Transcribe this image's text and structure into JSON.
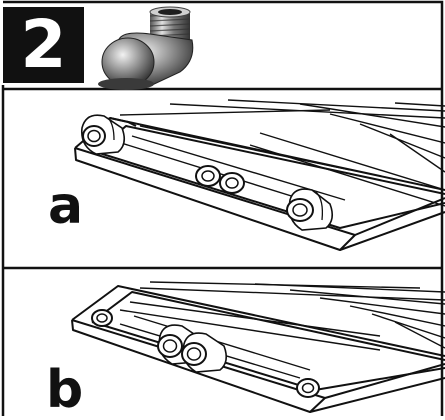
{
  "step": {
    "number": "2"
  },
  "variants": [
    {
      "label": "a"
    },
    {
      "label": "b"
    }
  ],
  "colors": {
    "ink": "#111111",
    "badge_bg": "#111111",
    "badge_text": "#ffffff",
    "metal_light": "#d9d9d9",
    "metal_dark": "#3a3a3a"
  }
}
